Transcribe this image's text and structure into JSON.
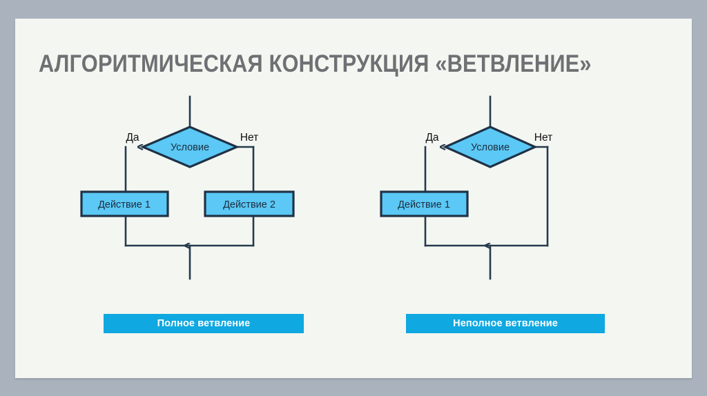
{
  "slide": {
    "title": "АЛГОРИТМИЧЕСКАЯ КОНСТРУКЦИЯ «ВЕТВЛЕНИЕ»",
    "background_color": "#f4f6f1",
    "frame_color": "#aab2bd",
    "title_color": "#6e7073"
  },
  "colors": {
    "shape_fill": "#5bc8f5",
    "shape_stroke": "#1f3246",
    "connector": "#263a4d",
    "banner_bg": "#0fa8e0",
    "banner_text": "#ffffff",
    "shape_text": "#1b2d3f",
    "branch_label_text": "#101010"
  },
  "diagrams": [
    {
      "id": "full-branching",
      "caption": "Полное ветвление",
      "condition": "Условие",
      "yes_label": "Да",
      "no_label": "Нет",
      "actions": [
        "Действие 1",
        "Действие 2"
      ]
    },
    {
      "id": "partial-branching",
      "caption": "Неполное ветвление",
      "condition": "Условие",
      "yes_label": "Да",
      "no_label": "Нет",
      "actions": [
        "Действие 1"
      ]
    }
  ]
}
